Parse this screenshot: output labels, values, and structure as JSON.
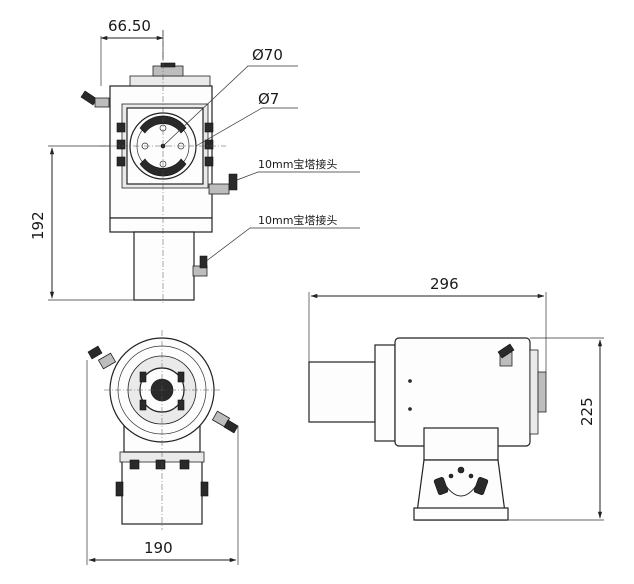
{
  "dimensions": {
    "top_width": "66.50",
    "diameter_large": "Ø70",
    "diameter_small": "Ø7",
    "height_front": "192",
    "length_side": "296",
    "height_side": "225",
    "width_bottom": "190"
  },
  "annotations": {
    "fitting_upper": "10mm宝塔接头",
    "fitting_lower": "10mm宝塔接头"
  }
}
